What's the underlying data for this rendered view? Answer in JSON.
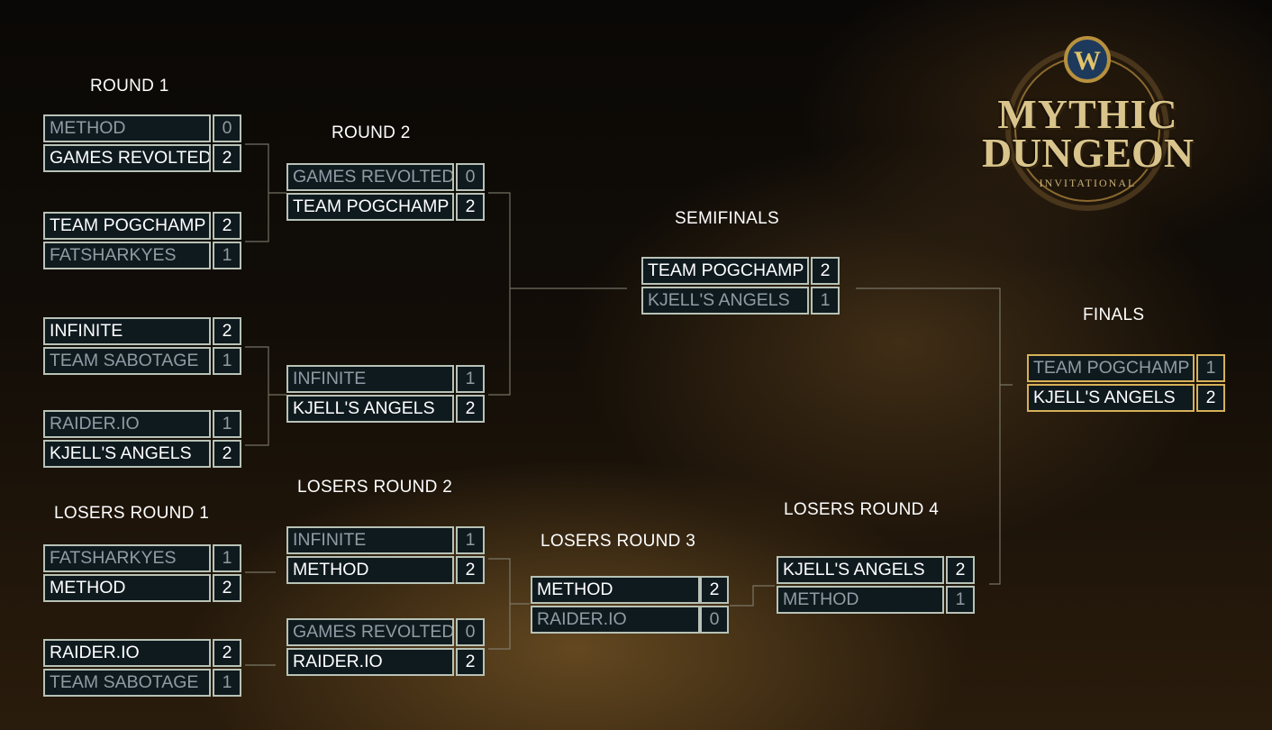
{
  "logo": {
    "emblem": "W",
    "line1": "MYTHIC",
    "line2": "DUNGEON",
    "sub": "INVITATIONAL"
  },
  "rounds": {
    "round1": "ROUND 1",
    "round2": "ROUND 2",
    "semifinals": "SEMIFINALS",
    "finals": "FINALS",
    "losers1": "LOSERS ROUND 1",
    "losers2": "LOSERS ROUND 2",
    "losers3": "LOSERS ROUND 3",
    "losers4": "LOSERS ROUND 4"
  },
  "matches": {
    "r1m1": {
      "top": {
        "team": "METHOD",
        "score": "0"
      },
      "bottom": {
        "team": "GAMES REVOLTED",
        "score": "2"
      }
    },
    "r1m2": {
      "top": {
        "team": "TEAM POGCHAMP",
        "score": "2"
      },
      "bottom": {
        "team": "FATSHARKYES",
        "score": "1"
      }
    },
    "r1m3": {
      "top": {
        "team": "INFINITE",
        "score": "2"
      },
      "bottom": {
        "team": "TEAM SABOTAGE",
        "score": "1"
      }
    },
    "r1m4": {
      "top": {
        "team": "RAIDER.IO",
        "score": "1"
      },
      "bottom": {
        "team": "KJELL'S ANGELS",
        "score": "2"
      }
    },
    "r2m1": {
      "top": {
        "team": "GAMES REVOLTED",
        "score": "0"
      },
      "bottom": {
        "team": "TEAM POGCHAMP",
        "score": "2"
      }
    },
    "r2m2": {
      "top": {
        "team": "INFINITE",
        "score": "1"
      },
      "bottom": {
        "team": "KJELL'S ANGELS",
        "score": "2"
      }
    },
    "sf": {
      "top": {
        "team": "TEAM POGCHAMP",
        "score": "2"
      },
      "bottom": {
        "team": "KJELL'S ANGELS",
        "score": "1"
      }
    },
    "final": {
      "top": {
        "team": "TEAM POGCHAMP",
        "score": "1"
      },
      "bottom": {
        "team": "KJELL'S ANGELS",
        "score": "2"
      }
    },
    "l1m1": {
      "top": {
        "team": "FATSHARKYES",
        "score": "1"
      },
      "bottom": {
        "team": "METHOD",
        "score": "2"
      }
    },
    "l1m2": {
      "top": {
        "team": "RAIDER.IO",
        "score": "2"
      },
      "bottom": {
        "team": "TEAM SABOTAGE",
        "score": "1"
      }
    },
    "l2m1": {
      "top": {
        "team": "INFINITE",
        "score": "1"
      },
      "bottom": {
        "team": "METHOD",
        "score": "2"
      }
    },
    "l2m2": {
      "top": {
        "team": "GAMES REVOLTED",
        "score": "0"
      },
      "bottom": {
        "team": "RAIDER.IO",
        "score": "2"
      }
    },
    "l3": {
      "top": {
        "team": "METHOD",
        "score": "2"
      },
      "bottom": {
        "team": "RAIDER.IO",
        "score": "0"
      }
    },
    "l4": {
      "top": {
        "team": "KJELL'S ANGELS",
        "score": "2"
      },
      "bottom": {
        "team": "METHOD",
        "score": "1"
      }
    }
  },
  "colors": {
    "winner_text": "#ffffff",
    "loser_text": "#8f9ca4",
    "box_border": "#b8c2b6",
    "finals_border": "#d6b158",
    "connector": "#8a8a7a"
  }
}
